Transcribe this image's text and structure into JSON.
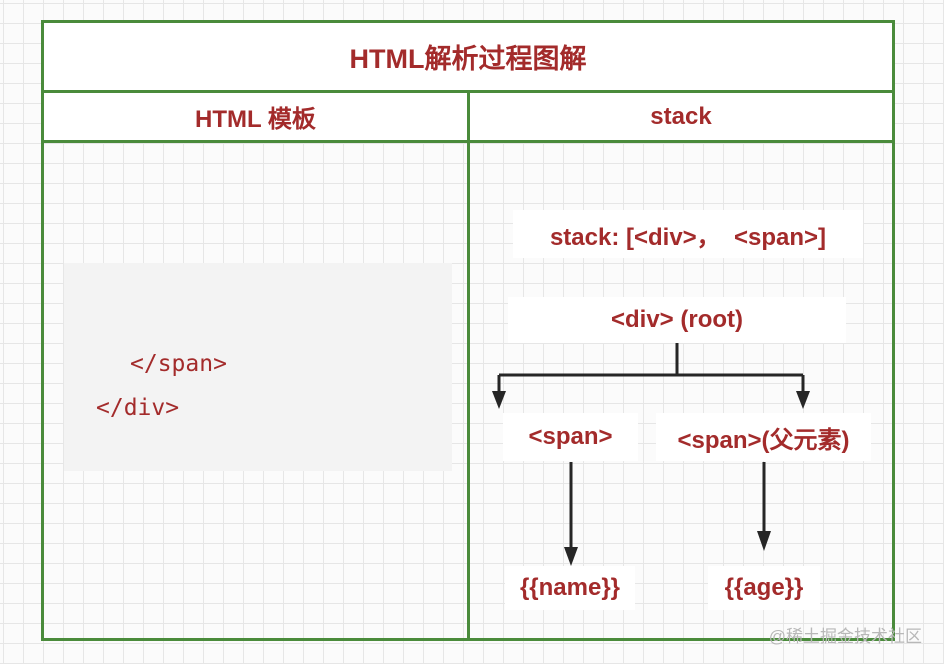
{
  "title": "HTML解析过程图解",
  "columns": {
    "left": "HTML 模板",
    "right": "stack"
  },
  "code": {
    "line1": "</span>",
    "line2": "</div>"
  },
  "stack_label": "stack: [<div>，  <span>]",
  "tree": {
    "root": "<div> (root)",
    "child_left": "<span>",
    "child_right": "<span>(父元素)",
    "leaf_left": "{{name}}",
    "leaf_right": "{{age}}"
  },
  "watermark": "@稀土掘金技术社区",
  "colors": {
    "border": "#4a8b3b",
    "text": "#a32b2b",
    "arrow": "#262626"
  }
}
